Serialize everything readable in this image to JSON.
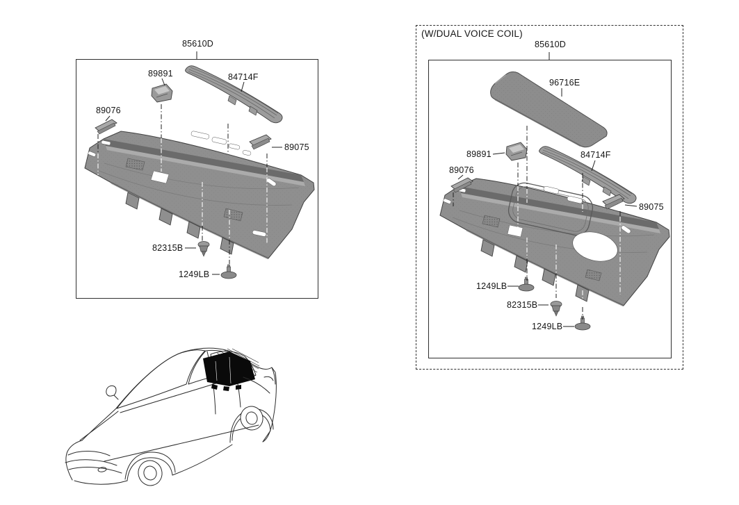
{
  "left_panel": {
    "labels": {
      "assembly": "85610D",
      "package_tray_clip": "89891",
      "center_grille": "84714F",
      "side_trim_left": "89076",
      "side_trim_right": "89075",
      "fastener_clip": "82315B",
      "fastener_pin": "1249LB"
    }
  },
  "right_panel": {
    "title": "(W/DUAL VOICE COIL)",
    "labels": {
      "assembly": "85610D",
      "speaker_grille": "96716E",
      "package_tray_clip": "89891",
      "center_grille": "84714F",
      "side_trim_left": "89076",
      "side_trim_right": "89075",
      "fastener_pin_left": "1249LB",
      "fastener_clip": "82315B",
      "fastener_pin_right": "1249LB"
    }
  },
  "colors": {
    "tray_gray": "#8f8f8f",
    "tray_dark_band": "#6b6b6b",
    "part_outline": "#3f3f3f",
    "grille_gray": "#8d8d8d",
    "line_black": "#1f1f1f",
    "highlight_black": "#0a0a0a"
  }
}
